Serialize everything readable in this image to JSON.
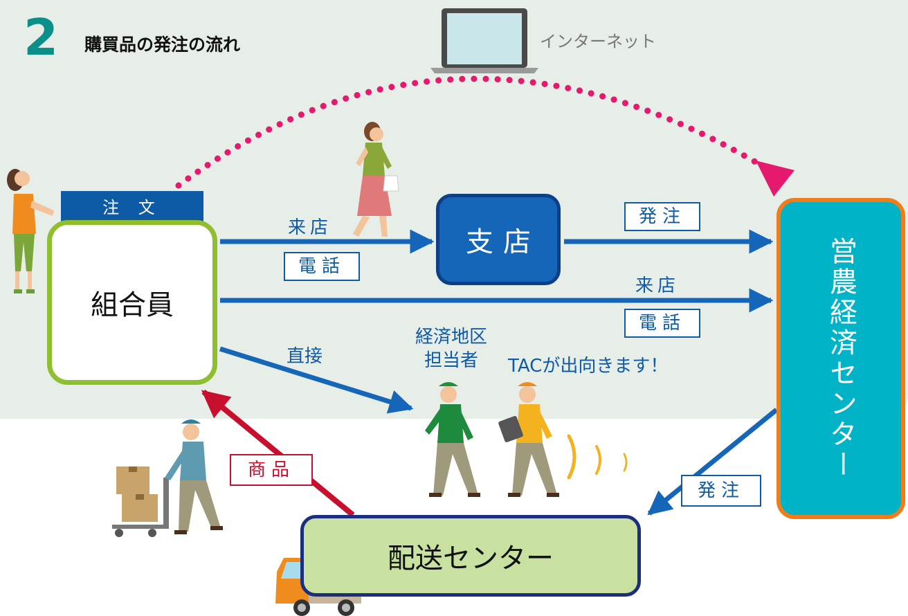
{
  "header": {
    "number": "2",
    "title": "購買品の発注の流れ"
  },
  "internet": {
    "label": "インターネット"
  },
  "member": {
    "tag": "注 文",
    "label": "組合員"
  },
  "branch": {
    "label": "支店"
  },
  "center": {
    "label": "営農経済センター"
  },
  "delivery": {
    "label": "配送センター"
  },
  "flows": {
    "member_to_branch_top": "来店",
    "member_to_branch_bottom": "電話",
    "branch_to_center": "発注",
    "member_to_center_top": "来店",
    "member_to_center_bottom": "電話",
    "direct": "直接",
    "staff_line1": "経済地区",
    "staff_line2": "担当者",
    "tac": "TACが出向きます！",
    "center_to_delivery": "発注",
    "delivery_to_member": "商品"
  },
  "colors": {
    "panel": "#e7ede7",
    "accent_teal": "#0a8f8a",
    "arrow_blue": "#1565b8",
    "arrow_red": "#c8102e",
    "dotted_pink": "#e5196e",
    "member_border": "#8fbe2f",
    "center_fill": "#00b3c7",
    "center_border": "#ee7d1a",
    "delivery_fill": "#c8e1a0"
  }
}
